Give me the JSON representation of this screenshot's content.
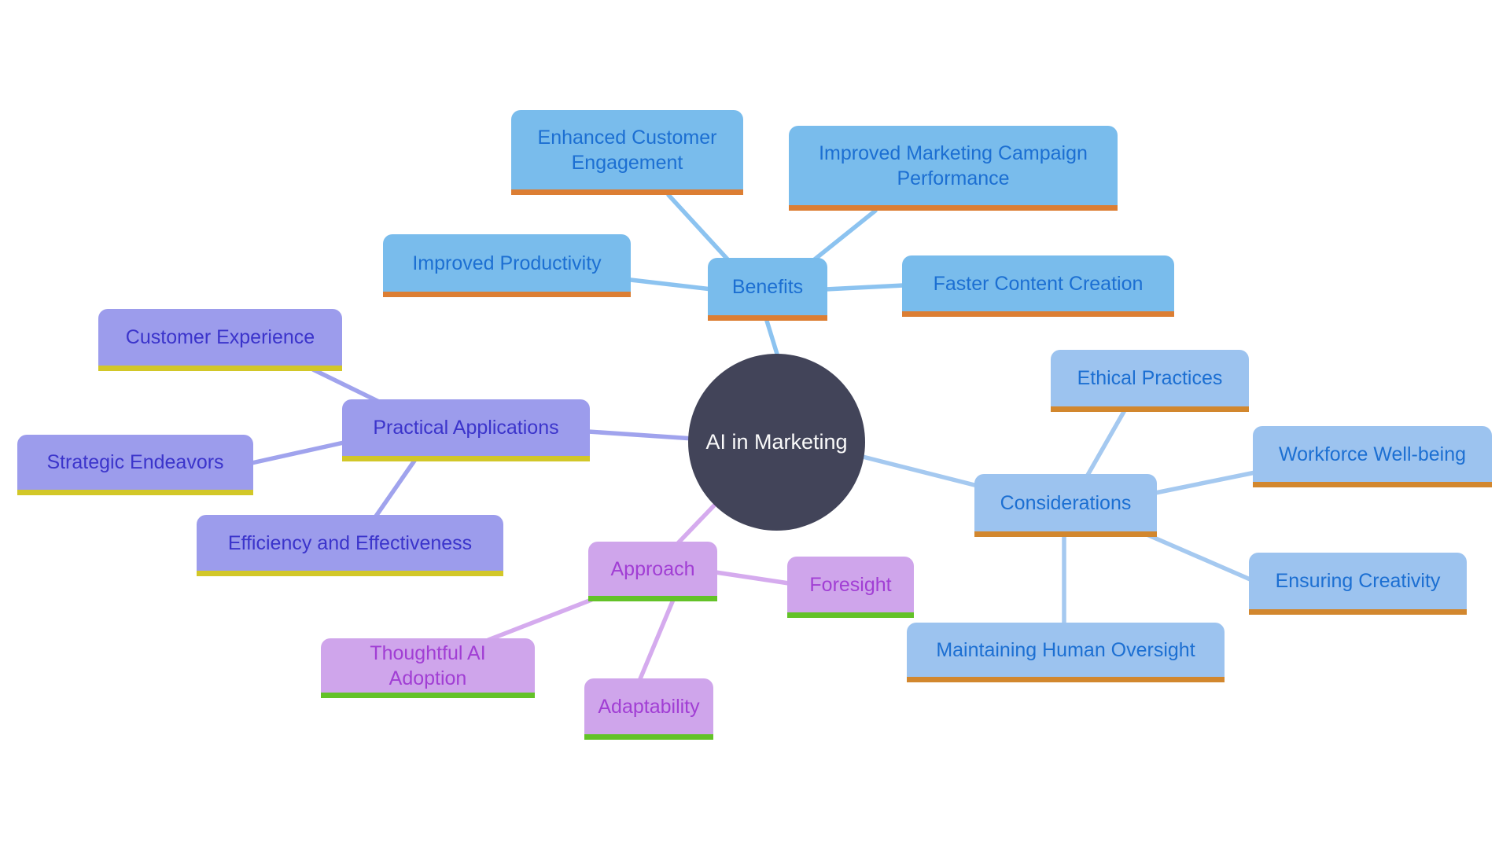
{
  "diagram": {
    "type": "mindmap",
    "root": {
      "label": "AI in Marketing",
      "bg_color": "#424459",
      "text_color": "#FAFAFA"
    },
    "branches": [
      {
        "label": "Benefits",
        "theme": {
          "fill": "#79BCEC",
          "text": "#1C6FD2",
          "underline": "#DC7E33",
          "edge": "#8CC3F0"
        },
        "children": [
          {
            "label": "Enhanced Customer Engagement"
          },
          {
            "label": "Improved Marketing Campaign Performance"
          },
          {
            "label": "Improved Productivity"
          },
          {
            "label": "Faster Content Creation"
          }
        ]
      },
      {
        "label": "Practical Applications",
        "theme": {
          "fill": "#9C9CEC",
          "text": "#3B34CB",
          "underline": "#D2C728",
          "edge": "#A0A3ED"
        },
        "children": [
          {
            "label": "Customer Experience"
          },
          {
            "label": "Strategic Endeavors"
          },
          {
            "label": "Efficiency and Effectiveness"
          }
        ]
      },
      {
        "label": "Approach",
        "theme": {
          "fill": "#CFA5EB",
          "text": "#A13ED4",
          "underline": "#63C228",
          "edge": "#D5ABEE"
        },
        "children": [
          {
            "label": "Foresight"
          },
          {
            "label": "Thoughtful AI Adoption"
          },
          {
            "label": "Adaptability"
          }
        ]
      },
      {
        "label": "Considerations",
        "theme": {
          "fill": "#9CC3EF",
          "text": "#1C6FD2",
          "underline": "#D2872E",
          "edge": "#A5C9F0"
        },
        "children": [
          {
            "label": "Ethical Practices"
          },
          {
            "label": "Workforce Well-being"
          },
          {
            "label": "Ensuring Creativity"
          },
          {
            "label": "Maintaining Human Oversight"
          }
        ]
      }
    ]
  }
}
